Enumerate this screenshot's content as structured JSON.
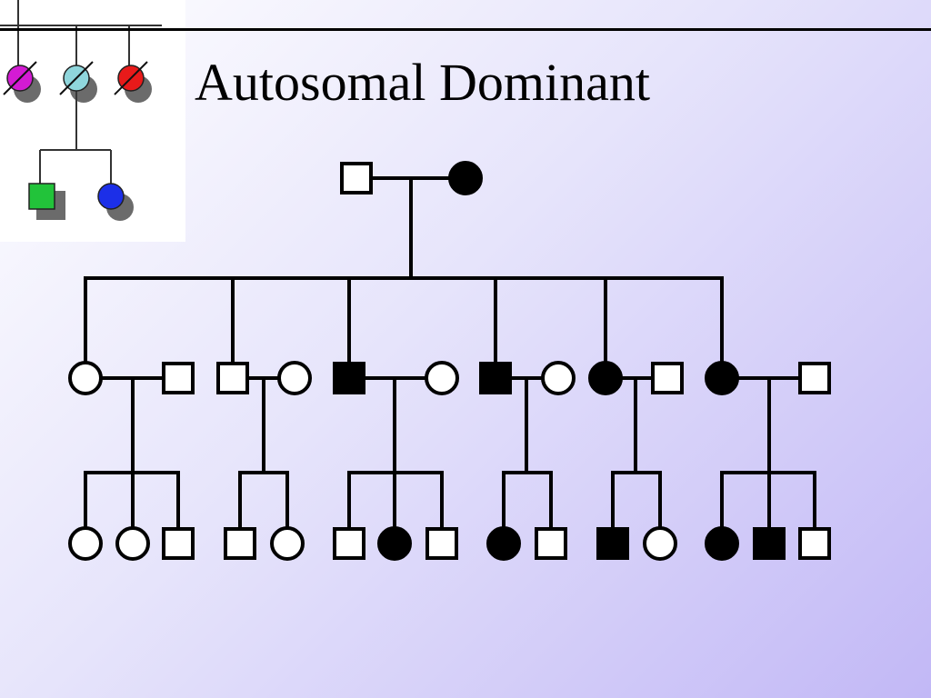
{
  "slide": {
    "title": "Autosomal Dominant"
  },
  "logo": {
    "colors": {
      "magenta": "#d31bd3",
      "light_blue": "#8fd6dc",
      "red": "#e81a1a",
      "green": "#22c33a",
      "blue": "#1c2fe8",
      "shadow": "#3a3a3a"
    }
  },
  "pedigree": {
    "colors": {
      "affected": "#000000",
      "unaffected": "#ffffff",
      "line": "#000000"
    },
    "founders": [
      {
        "id": "g1-male",
        "sex": "male",
        "affected": false
      },
      {
        "id": "g1-female",
        "sex": "female",
        "affected": true
      }
    ],
    "generation2": [
      {
        "id": "g2-c1",
        "sex": "female",
        "affected": false
      },
      {
        "id": "g2-s1",
        "sex": "male",
        "affected": false
      },
      {
        "id": "g2-c2",
        "sex": "male",
        "affected": false
      },
      {
        "id": "g2-s2",
        "sex": "female",
        "affected": false
      },
      {
        "id": "g2-c3",
        "sex": "male",
        "affected": true
      },
      {
        "id": "g2-s3",
        "sex": "female",
        "affected": false
      },
      {
        "id": "g2-c4",
        "sex": "male",
        "affected": true
      },
      {
        "id": "g2-s4",
        "sex": "female",
        "affected": false
      },
      {
        "id": "g2-c5",
        "sex": "female",
        "affected": true
      },
      {
        "id": "g2-s5",
        "sex": "male",
        "affected": false
      },
      {
        "id": "g2-c6",
        "sex": "female",
        "affected": true
      },
      {
        "id": "g2-s6",
        "sex": "male",
        "affected": false
      }
    ],
    "generation3": [
      [
        {
          "sex": "female",
          "affected": false
        },
        {
          "sex": "female",
          "affected": false
        },
        {
          "sex": "male",
          "affected": false
        }
      ],
      [
        {
          "sex": "male",
          "affected": false
        },
        {
          "sex": "female",
          "affected": false
        }
      ],
      [
        {
          "sex": "male",
          "affected": false
        },
        {
          "sex": "female",
          "affected": true
        },
        {
          "sex": "male",
          "affected": false
        }
      ],
      [
        {
          "sex": "female",
          "affected": true
        },
        {
          "sex": "male",
          "affected": false
        }
      ],
      [
        {
          "sex": "male",
          "affected": true
        },
        {
          "sex": "female",
          "affected": false
        }
      ],
      [
        {
          "sex": "female",
          "affected": true
        },
        {
          "sex": "male",
          "affected": true
        },
        {
          "sex": "male",
          "affected": false
        }
      ]
    ]
  }
}
